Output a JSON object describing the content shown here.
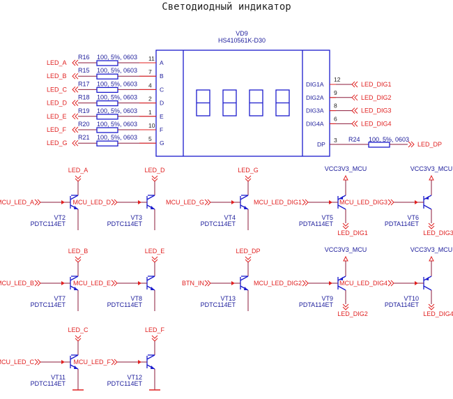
{
  "title": "Светодиодный индикатор",
  "display": {
    "ref": "VD9",
    "part": "HS410561K-D30",
    "left_pins": [
      {
        "name": "A",
        "num": "11",
        "res": "R16",
        "value": "100, 5%, 0603",
        "net": "LED_A"
      },
      {
        "name": "B",
        "num": "7",
        "res": "R15",
        "value": "100, 5%, 0603",
        "net": "LED_B"
      },
      {
        "name": "C",
        "num": "4",
        "res": "R17",
        "value": "100, 5%, 0603",
        "net": "LED_C"
      },
      {
        "name": "D",
        "num": "2",
        "res": "R18",
        "value": "100, 5%, 0603",
        "net": "LED_D"
      },
      {
        "name": "E",
        "num": "1",
        "res": "R19",
        "value": "100, 5%, 0603",
        "net": "LED_E"
      },
      {
        "name": "F",
        "num": "10",
        "res": "R20",
        "value": "100, 5%, 0603",
        "net": "LED_F"
      },
      {
        "name": "G",
        "num": "5",
        "res": "R21",
        "value": "100, 5%, 0603",
        "net": "LED_G"
      }
    ],
    "right_pins": [
      {
        "name": "DIG1A",
        "num": "12",
        "net": "LED_DIG1"
      },
      {
        "name": "DIG2A",
        "num": "9",
        "net": "LED_DIG2"
      },
      {
        "name": "DIG3A",
        "num": "8",
        "net": "LED_DIG3"
      },
      {
        "name": "DIG4A",
        "num": "6",
        "net": "LED_DIG4"
      }
    ],
    "dp_pin": {
      "name": "DP",
      "num": "3",
      "res": "R24",
      "value": "100, 5%, 0603",
      "net": "LED_DP"
    },
    "digits": 4
  },
  "npn_transistors": [
    {
      "ref": "VT2",
      "part": "PDTC114ET",
      "input": "MCU_LED_A",
      "output": "LED_A"
    },
    {
      "ref": "VT3",
      "part": "PDTC114ET",
      "input": "MCU_LED_D",
      "output": "LED_D"
    },
    {
      "ref": "VT4",
      "part": "PDTC114ET",
      "input": "MCU_LED_G",
      "output": "LED_G"
    },
    {
      "ref": "VT7",
      "part": "PDTC114ET",
      "input": "MCU_LED_B",
      "output": "LED_B"
    },
    {
      "ref": "VT8",
      "part": "PDTC114ET",
      "input": "MCU_LED_E",
      "output": "LED_E"
    },
    {
      "ref": "VT13",
      "part": "PDTC114ET",
      "input": "BTN_IN",
      "output": "LED_DP"
    },
    {
      "ref": "VT11",
      "part": "PDTC114ET",
      "input": "MCU_LED_C",
      "output": "LED_C"
    },
    {
      "ref": "VT12",
      "part": "PDTC114ET",
      "input": "MCU_LED_F",
      "output": "LED_F"
    }
  ],
  "pnp_transistors": [
    {
      "ref": "VT5",
      "part": "PDTA114ET",
      "input": "MCU_LED_DIG1",
      "supply": "VCC3V3_MCU",
      "output": "LED_DIG1"
    },
    {
      "ref": "VT6",
      "part": "PDTA114ET",
      "input": "MCU_LED_DIG3",
      "supply": "VCC3V3_MCU",
      "output": "LED_DIG3"
    },
    {
      "ref": "VT9",
      "part": "PDTA114ET",
      "input": "MCU_LED_DIG2",
      "supply": "VCC3V3_MCU",
      "output": "LED_DIG2"
    },
    {
      "ref": "VT10",
      "part": "PDTA114ET",
      "input": "MCU_LED_DIG4",
      "supply": "VCC3V3_MCU",
      "output": "LED_DIG4"
    }
  ]
}
